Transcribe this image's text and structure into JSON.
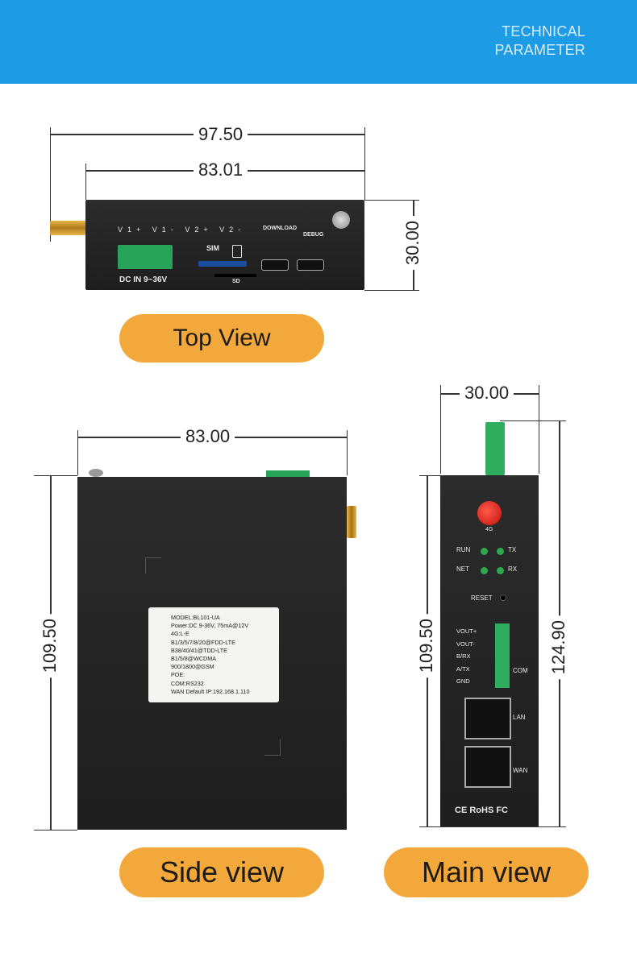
{
  "banner": {
    "line1": "TECHNICAL",
    "line2": "PARAMETER",
    "color": "#1d9be4"
  },
  "top_view": {
    "dim_overall": "97.50",
    "dim_body": "83.01",
    "dim_height": "30.00",
    "terminal_labels": [
      "V1+",
      "V1-",
      "V2+",
      "V2-"
    ],
    "power_label": "DC IN 9~36V",
    "sim_label": "SIM",
    "sd_label": "SD",
    "download_label": "DOWNLOAD",
    "debug_label": "DEBUG",
    "caption": "Top View"
  },
  "side_view": {
    "dim_width": "83.00",
    "dim_height": "109.50",
    "caption": "Side view",
    "label_lines": [
      "MODEL:BL101-UA",
      "Power:DC 9-36V,  75mA@12V",
      "4G:L-E",
      "B1/3/5/7/8/20@FDD-LTE",
      "B38/40/41@TDD-LTE",
      "B1/5/8@WCDMA",
      "900/1800@GSM",
      "POE:",
      "COM:RS232",
      "WAN Default IP:192.168.1.110"
    ]
  },
  "main_view": {
    "dim_width": "30.00",
    "dim_body_height": "109.50",
    "dim_total_height": "124.90",
    "antenna_label": "4G",
    "led_run": "RUN",
    "led_tx": "TX",
    "led_net": "NET",
    "led_rx": "RX",
    "reset_label": "RESET",
    "com_pins": [
      "VOUT+",
      "VOUT-",
      "B/RX",
      "A/TX",
      "GND"
    ],
    "com_label": "COM",
    "lan_label": "LAN",
    "wan_label": "WAN",
    "cert_label": "CE RoHS FC",
    "caption": "Main view"
  },
  "colors": {
    "caption_pill": "#f3a83c",
    "terminal_green": "#27a45a",
    "antenna_red": "#e0201b",
    "led_green": "#2ea84a"
  }
}
